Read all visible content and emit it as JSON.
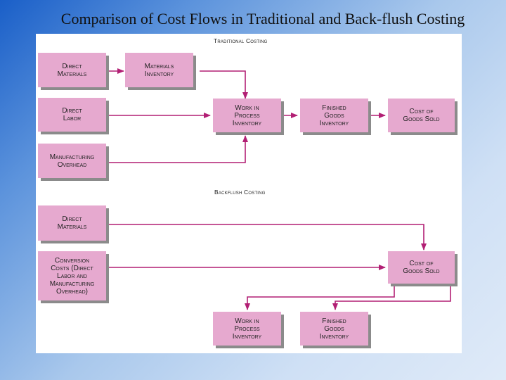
{
  "slide_title": "Comparison of Cost Flows in Traditional and Back-flush Costing",
  "colors": {
    "box_fill": "#e6a9cf",
    "arrow": "#b21f74",
    "box_shadow": "#8b8b8b"
  },
  "traditional": {
    "heading": "Traditional Costing",
    "direct_materials": "Direct\nMaterials",
    "materials_inventory": "Materials\nInventory",
    "direct_labor": "Direct\nLabor",
    "manufacturing_overhead": "Manufacturing\nOverhead",
    "wip_inventory": "Work in\nProcess\nInventory",
    "finished_goods": "Finished\nGoods\nInventory",
    "cogs": "Cost of\nGoods Sold"
  },
  "backflush": {
    "heading": "Backflush Costing",
    "direct_materials": "Direct\nMaterials",
    "conversion_costs": "Conversion\nCosts (Direct\nLabor and\nManufacturing\nOverhead)",
    "cogs": "Cost of\nGoods Sold",
    "wip_inventory": "Work in\nProcess\nInventory",
    "finished_goods": "Finished\nGoods\nInventory"
  }
}
